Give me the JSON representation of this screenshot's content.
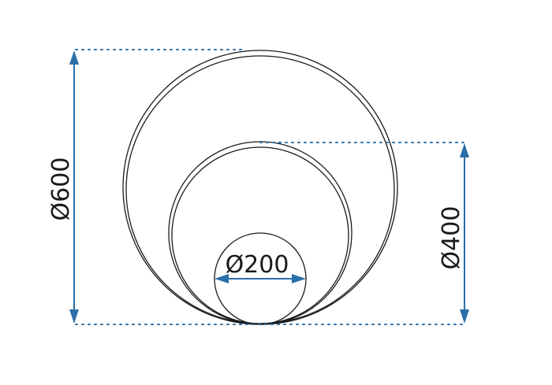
{
  "dimensions": {
    "large": "Ø600",
    "medium": "Ø400",
    "small": "Ø200"
  },
  "colors": {
    "dimension": "#2a6fa8",
    "ring": "#1a1a1a",
    "background": "#ffffff"
  }
}
